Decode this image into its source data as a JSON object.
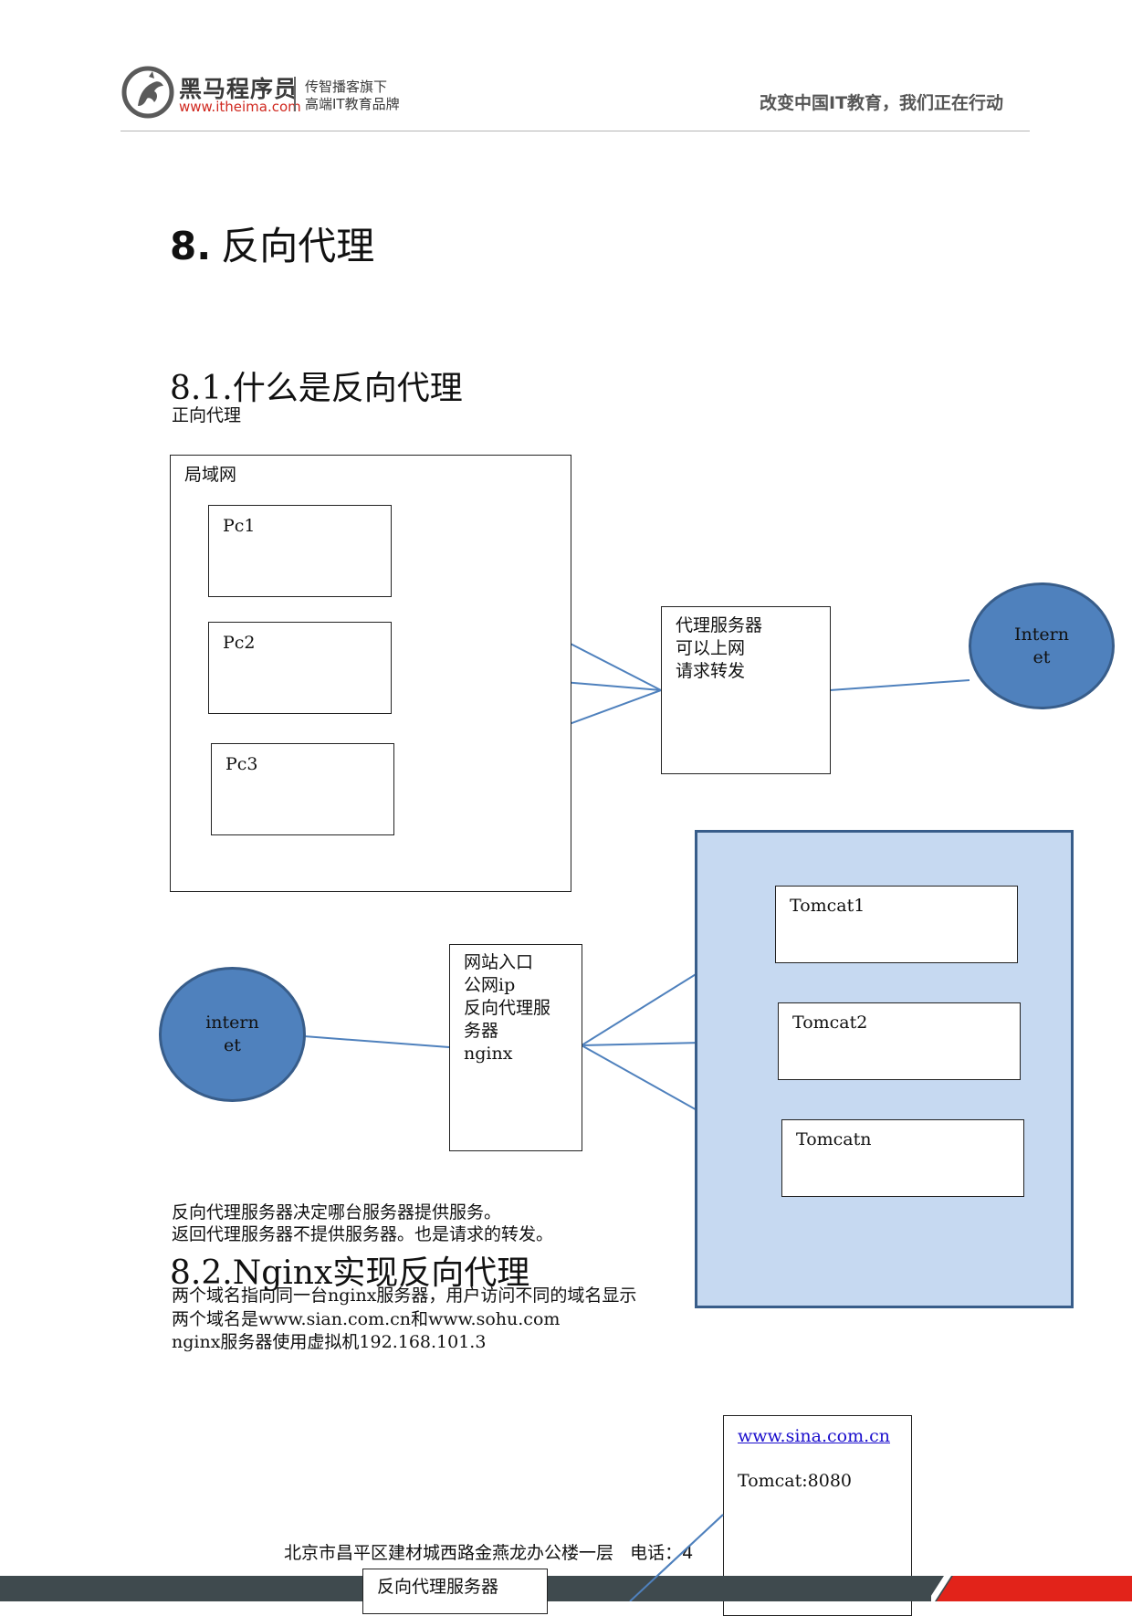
{
  "header": {
    "brand_name": "黑马程序员",
    "brand_url": "www.itheima.com",
    "brand_tag_line1": "传智播客旗下",
    "brand_tag_line2": "高端IT教育品牌",
    "slogan": "改变中国IT教育，我们正在行动"
  },
  "chapter": {
    "number": "8.",
    "title": "反向代理"
  },
  "section1": {
    "title": "8.1.什么是反向代理",
    "subtitle": "正向代理"
  },
  "diagram1": {
    "lan_label": "局域网",
    "pcs": [
      "Pc1",
      "Pc2",
      "Pc3"
    ],
    "proxy_label": "代理服务器\n可以上网\n请求转发",
    "internet_label": "Intern\net"
  },
  "diagram2": {
    "internet_label": "intern\net",
    "entry_label": "网站入口\n公网ip\n反向代理服\n务器\nnginx",
    "tomcats": [
      "Tomcat1",
      "Tomcat2",
      "Tomcatn"
    ]
  },
  "notes": {
    "line1": "反向代理服务器决定哪台服务器提供服务。",
    "line2": "返回代理服务器不提供服务器。也是请求的转发。"
  },
  "section2": {
    "title": "8.2.Nginx实现反向代理",
    "line1": "两个域名指向同一台nginx服务器，用户访问不同的域名显示",
    "line2": "两个域名是www.sian.com.cn和www.sohu.com",
    "line3": "nginx服务器使用虚拟机192.168.101.3"
  },
  "diagram3": {
    "site_link": "www.sina.com.cn",
    "tomcat_port": "Tomcat:8080",
    "proxy_label": "反向代理服务器"
  },
  "footer": {
    "address": "北京市昌平区建材城西路金燕龙办公楼一层   电话：4"
  },
  "colors": {
    "diagram_blue": "#4f81bd",
    "panel_fill": "#c6d9f1",
    "panel_border": "#385d8a",
    "footer_red": "#e2231a",
    "footer_dark": "#3f4a4e"
  }
}
